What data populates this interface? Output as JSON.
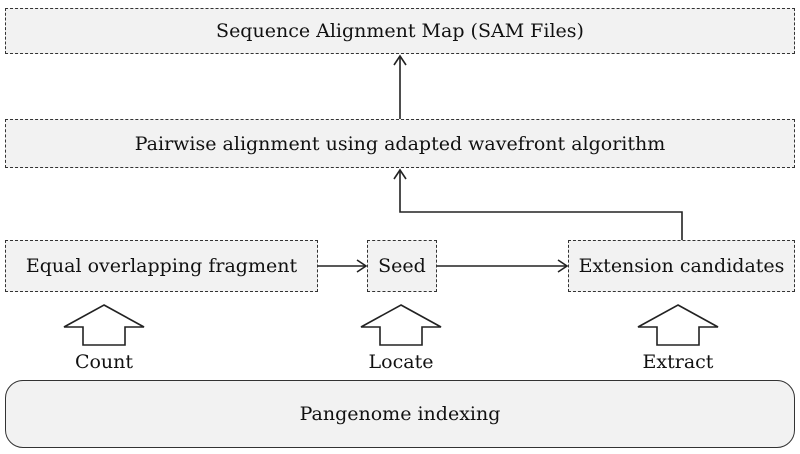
{
  "boxes": {
    "sam": "Sequence Alignment Map (SAM Files)",
    "pairwise": "Pairwise alignment using adapted wavefront algorithm",
    "fragment": "Equal overlapping fragment",
    "seed": "Seed",
    "extension": "Extension candidates",
    "index": "Pangenome indexing"
  },
  "steps": {
    "count": "Count",
    "locate": "Locate",
    "extract": "Extract"
  },
  "colors": {
    "box_fill": "#f2f2f2",
    "stroke": "#333333"
  }
}
